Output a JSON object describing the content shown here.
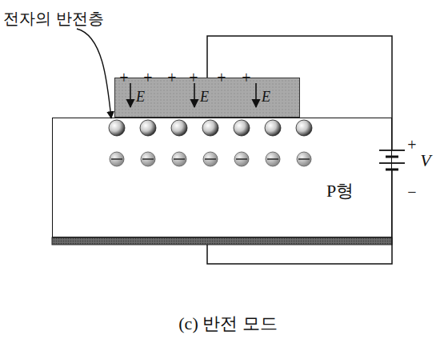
{
  "diagram": {
    "caption": "(c) 반전 모드",
    "nodes": [
      {
        "text": [
          "E",
          "E",
          "E"
        ]
      },
      {
        "text": [
          "P형"
        ]
      }
    ],
    "labels": [
      "전자의 반전층",
      "+",
      "+",
      "+",
      "+",
      "+",
      "+",
      "+",
      "V",
      "−"
    ]
  }
}
